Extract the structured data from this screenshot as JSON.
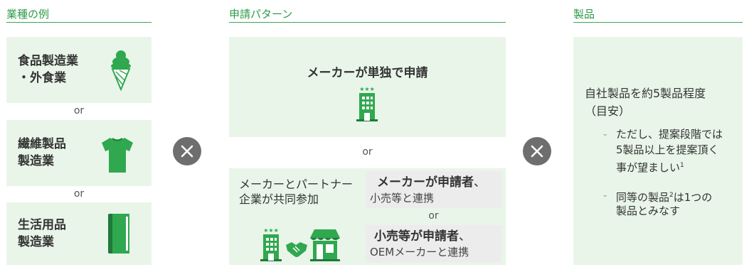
{
  "headers": {
    "industry": "業種の例",
    "pattern": "申請パターン",
    "product": "製品"
  },
  "industries": [
    {
      "line1": "食品製造業",
      "line2": "・外食業",
      "icon": "ice-cream-icon"
    },
    {
      "line1": "繊維製品",
      "line2": "製造業",
      "icon": "tshirt-icon"
    },
    {
      "line1": "生活用品",
      "line2": "製造業",
      "icon": "book-icon"
    }
  ],
  "or_label": "or",
  "pattern": {
    "solo": "メーカーが単独で申請",
    "joint_line1": "メーカーとパートナー",
    "joint_line2": "企業が共同参加",
    "option1_bold": "メーカーが申請者",
    "option1_rest": "、",
    "option1_line2": "小売等と連携",
    "option2_bold": "小売等が申請者",
    "option2_rest": "、",
    "option2_line2": "OEMメーカーと連携"
  },
  "product": {
    "line1": "自社製品を約5製品程度",
    "line2": "（目安）",
    "bullet1_line1": "ただし、提案段階では",
    "bullet1_line2": "5製品以上を提案頂く",
    "bullet1_line3": "事が望ましい",
    "bullet1_sup": "1",
    "bullet2_line1_a": "同等の製品",
    "bullet2_sup": "2",
    "bullet2_line1_b": "は1つの",
    "bullet2_line2": "製品とみなす",
    "bullet_marker": "-"
  },
  "colors": {
    "accent": "#2e9a48",
    "panel": "#e9f5e9",
    "icon_green": "#2fa84f",
    "dark_green": "#1e7a3a",
    "x_circle": "#6e6e6e"
  }
}
